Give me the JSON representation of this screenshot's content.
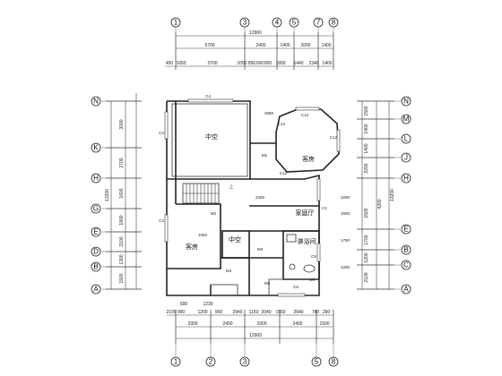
{
  "axes": {
    "top": [
      "1",
      "3",
      "4",
      "5",
      "7",
      "8"
    ],
    "bottom": [
      "1",
      "2",
      "3",
      "5",
      "8"
    ],
    "left": [
      "N",
      "K",
      "H",
      "G",
      "E",
      "D",
      "B",
      "A"
    ],
    "right": [
      "N",
      "M",
      "L",
      "J",
      "H",
      "E",
      "B",
      "C",
      "A"
    ]
  },
  "dims": {
    "top_overall": "12900",
    "top_row2": [
      "5700",
      "2400",
      "1400",
      "2000",
      "1400"
    ],
    "top_row3": [
      "450",
      "1650",
      "3700",
      "1050",
      "850",
      "600",
      "800",
      "1800",
      "1440",
      "2340",
      "1400"
    ],
    "bottom_overall": "12900",
    "bottom_row1": [
      "3300",
      "2400",
      "3300",
      "2400",
      "1500"
    ],
    "bottom_row2": [
      "600",
      "1230"
    ],
    "bottom_row3": [
      "2100",
      "900",
      "1200",
      "900",
      "2940",
      "1150",
      "2040",
      "1550",
      "2640",
      "780",
      "260"
    ],
    "left_total": "13200",
    "left_row1": [
      "1500",
      "1300",
      "2100",
      "1800",
      "1600",
      "2700",
      "3000"
    ],
    "right_total": "13200",
    "right_row1": [
      "1500",
      "1400",
      "1400",
      "2200",
      "1500",
      "1700",
      "1200",
      "2100"
    ],
    "right_inner": [
      "4200"
    ]
  },
  "rooms": {
    "upper_left": "中空",
    "upper_right": "客房",
    "dining": "家庭厅",
    "bedroom_left": "客房",
    "center_small": "中空",
    "bath": "淋浴间",
    "stair_label": "上",
    "corridor_mark": "2400"
  },
  "labels": {
    "c4_top": "C4",
    "c4_left": "C4",
    "c4_mid": "C4",
    "c12_a": "C12",
    "c12_b": "C12",
    "c12_c": "C12",
    "c12_d": "C12",
    "c8_a": "C8",
    "c8_b": "C8",
    "m1": "M1",
    "m2": "M2",
    "m3": "M3",
    "m4": "M4",
    "m5": "M5",
    "c1": "C1",
    "c9": "C9",
    "d1050": "1050",
    "d1750": "1750",
    "d1500": "1500",
    "d3200": "3200",
    "d2880": "2880",
    "d4200": "4200"
  }
}
